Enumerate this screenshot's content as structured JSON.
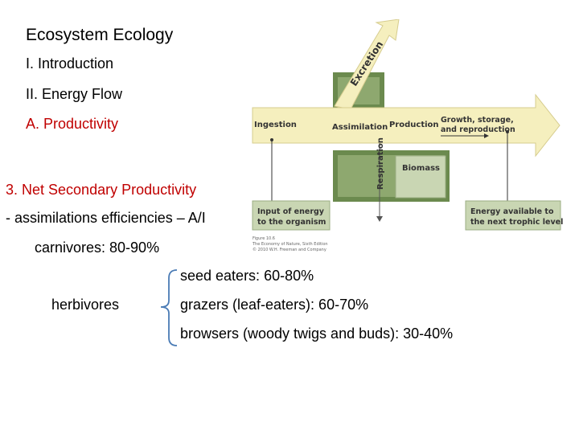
{
  "outline": {
    "title": "Ecosystem Ecology",
    "item1": "I. Introduction",
    "item2": "II. Energy Flow",
    "item3": "A. Productivity",
    "item4": "3.  Net Secondary Productivity",
    "item5": "- assimilations efficiencies – A/I",
    "carnivores": "carnivores: 80-90%",
    "herbivores": "herbivores",
    "seed_eaters": "seed eaters: 60-80%",
    "grazers": "grazers (leaf-eaters): 60-70%",
    "browsers": "browsers (woody twigs and buds): 30-40%"
  },
  "diagram": {
    "excretion": "Excretion",
    "ingestion": "Ingestion",
    "assimilation": "Assimilation",
    "production": "Production",
    "growth_line1": "Growth, storage,",
    "growth_line2": "and reproduction",
    "respiration": "Respiration",
    "biomass": "Biomass",
    "input_line1": "Input of energy",
    "input_line2": "to the organism",
    "energy_line1": "Energy available to",
    "energy_line2": "the next trophic level",
    "credit_line1": "Figure 10.6",
    "credit_line2": "The Economy of Nature, Sixth Edition",
    "credit_line3": "© 2010 W.H. Freeman and Company"
  },
  "colors": {
    "accent_red": "#c00000",
    "arrow_fill": "#f5efbe",
    "box_green": "#6b8a4e",
    "box_light": "#c9d6b3"
  }
}
